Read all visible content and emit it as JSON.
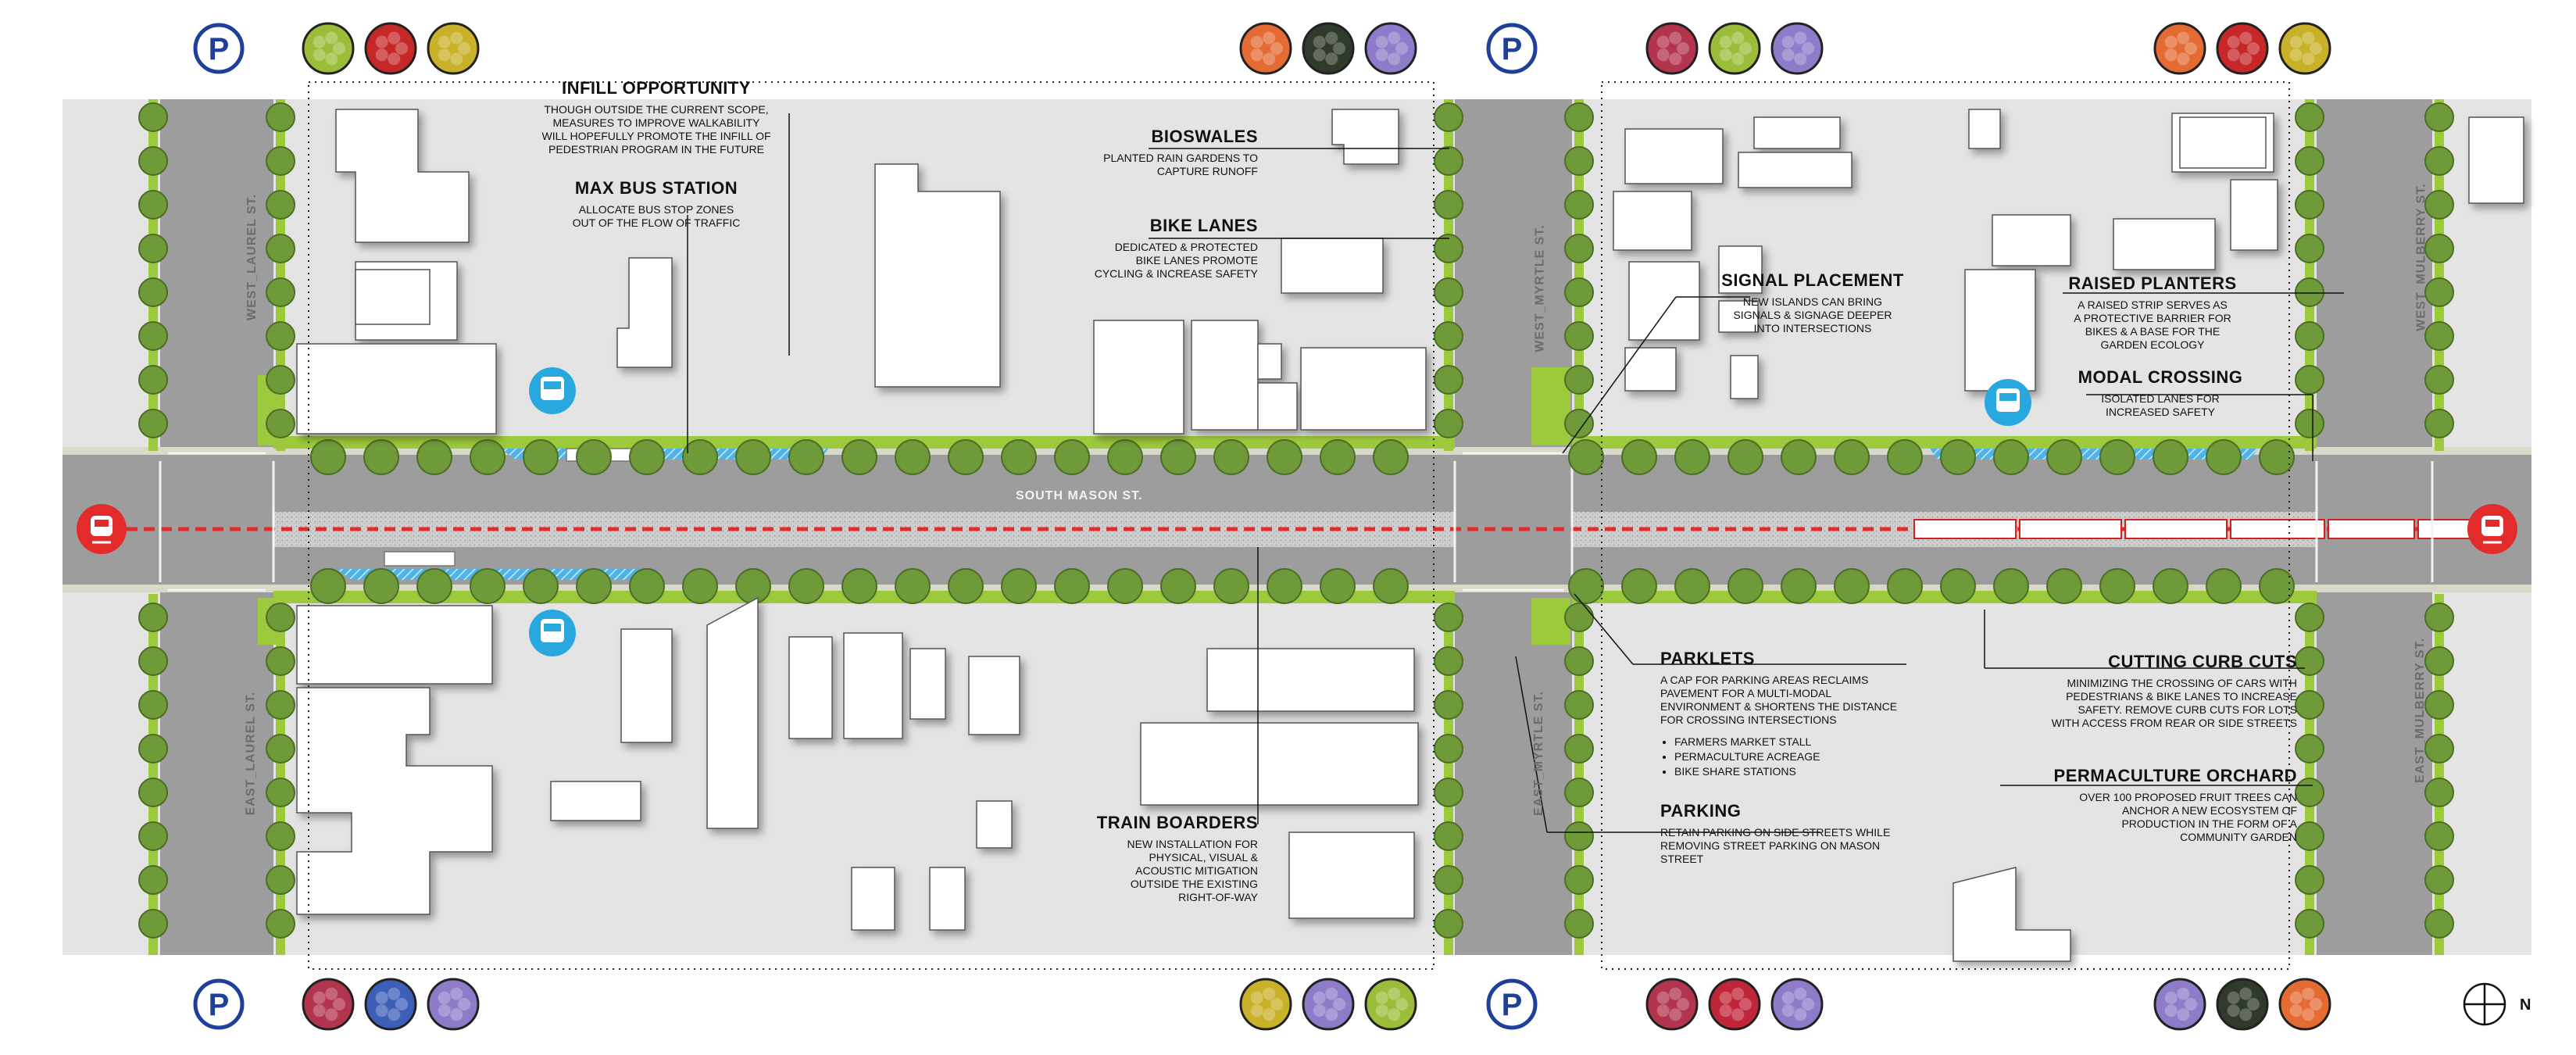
{
  "plan": {
    "main_street": "SOUTH MASON ST.",
    "cross_streets": {
      "west_laurel": "WEST_LAUREL ST.",
      "east_laurel": "EAST_LAUREL ST.",
      "west_myrtle": "WEST_MYRTLE ST.",
      "east_myrtle": "EAST_MYRTLE ST.",
      "west_mulberry": "WEST_MULBERRY ST.",
      "east_mulberry": "EAST_MULBERRY ST."
    },
    "north_label": "N",
    "parking_symbol": "P",
    "colors": {
      "road": "#9a9a9a",
      "ground": "#e3e3e3",
      "grass": "#9dc93c",
      "tree": "#6f9a3a",
      "bus_lane": "#4fb3e8",
      "rail": "#e32b2b",
      "bus_icon": "#29a8e0",
      "parking_icon": "#1e3f9a",
      "building": "#ffffff"
    }
  },
  "annotations": [
    {
      "id": "infill",
      "title": "INFILL OPPORTUNITY",
      "desc": [
        "THOUGH OUTSIDE THE CURRENT SCOPE,",
        "MEASURES TO IMPROVE WALKABILITY",
        "WILL HOPEFULLY PROMOTE THE INFILL OF",
        "PEDESTRIAN PROGRAM IN THE FUTURE"
      ]
    },
    {
      "id": "max_bus",
      "title": "MAX BUS STATION",
      "desc": [
        "ALLOCATE BUS STOP ZONES",
        "OUT OF THE FLOW OF TRAFFIC"
      ]
    },
    {
      "id": "bioswales",
      "title": "BIOSWALES",
      "desc": [
        "PLANTED RAIN GARDENS TO",
        "CAPTURE RUNOFF"
      ]
    },
    {
      "id": "bike_lanes",
      "title": "BIKE LANES",
      "desc": [
        "DEDICATED & PROTECTED",
        "BIKE LANES PROMOTE",
        "CYCLING & INCREASE SAFETY"
      ]
    },
    {
      "id": "signal",
      "title": "SIGNAL PLACEMENT",
      "desc": [
        "NEW ISLANDS CAN BRING",
        "SIGNALS & SIGNAGE DEEPER",
        "INTO INTERSECTIONS"
      ]
    },
    {
      "id": "raised_planters",
      "title": "RAISED PLANTERS",
      "desc": [
        "A RAISED STRIP SERVES AS",
        "A PROTECTIVE BARRIER FOR",
        "BIKES & A BASE FOR THE",
        "GARDEN ECOLOGY"
      ]
    },
    {
      "id": "modal",
      "title": "MODAL CROSSING",
      "desc": [
        "ISOLATED LANES FOR",
        "INCREASED SAFETY"
      ]
    },
    {
      "id": "parklets",
      "title": "PARKLETS",
      "desc": [
        "A CAP FOR PARKING AREAS RECLAIMS",
        "PAVEMENT FOR A MULTI-MODAL",
        "ENVIRONMENT & SHORTENS THE DISTANCE",
        "FOR CROSSING INTERSECTIONS"
      ],
      "bullets": [
        "FARMERS MARKET STALL",
        "PERMACULTURE ACREAGE",
        "BIKE SHARE STATIONS"
      ]
    },
    {
      "id": "parking",
      "title": "PARKING",
      "desc": [
        "RETAIN PARKING ON SIDE STREETS WHILE",
        "REMOVING STREET PARKING ON MASON",
        "STREET"
      ]
    },
    {
      "id": "curb_cuts",
      "title": "CUTTING CURB CUTS",
      "desc": [
        "MINIMIZING THE CROSSING OF CARS WITH",
        "PEDESTRIANS & BIKE LANES TO INCREASE",
        "SAFETY. REMOVE CURB CUTS FOR LOTS",
        "WITH ACCESS FROM REAR OR SIDE STREETS"
      ]
    },
    {
      "id": "orchard",
      "title": "PERMACULTURE ORCHARD",
      "desc": [
        "OVER 100 PROPOSED FRUIT TREES CAN",
        "ANCHOR A NEW ECOSYSTEM OF",
        "PRODUCTION IN THE FORM OF A",
        "COMMUNITY GARDEN"
      ]
    },
    {
      "id": "train",
      "title": "TRAIN BOARDERS",
      "desc": [
        "NEW INSTALLATION FOR",
        "PHYSICAL, VISUAL  &",
        "ACOUSTIC MITIGATION",
        "OUTSIDE THE EXISTING",
        "RIGHT-OF-WAY"
      ]
    }
  ],
  "produce_icons": {
    "top_1": [
      "apple-green",
      "apple-red",
      "yellow-flower"
    ],
    "top_2": [
      "peach",
      "blackberry",
      "lavender"
    ],
    "top_3": [
      "plum",
      "apple-green",
      "lavender"
    ],
    "top_4": [
      "peach",
      "apple-red",
      "yellow-flower"
    ],
    "bottom_1": [
      "plum",
      "blueberry",
      "lavender"
    ],
    "bottom_2": [
      "yellow-flower",
      "lavender",
      "apple-green"
    ],
    "bottom_3": [
      "plum",
      "raspberry",
      "lavender"
    ],
    "bottom_4": [
      "lavender",
      "blackberry",
      "peach"
    ]
  },
  "produce_colors": {
    "apple-green": "#9cbd3a",
    "apple-red": "#c62828",
    "yellow-flower": "#c9b12a",
    "peach": "#e56b35",
    "blackberry": "#2f3a2a",
    "lavender": "#8e7bc9",
    "plum": "#b2354d",
    "blueberry": "#3c5fb8",
    "raspberry": "#c0263a"
  }
}
